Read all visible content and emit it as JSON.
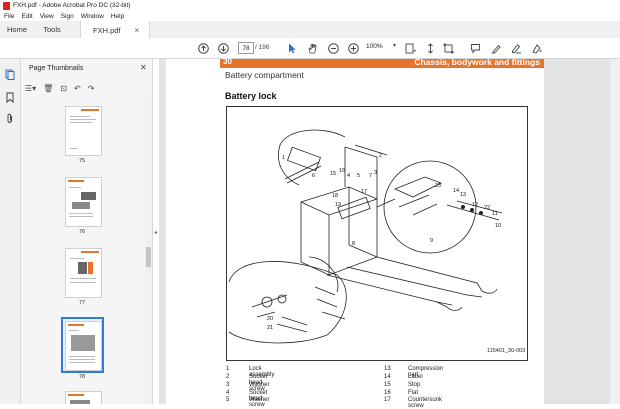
{
  "window": {
    "title": "FXH.pdf - Adobe Acrobat Pro DC (32-bit)"
  },
  "menu": [
    "File",
    "Edit",
    "View",
    "Sign",
    "Window",
    "Help"
  ],
  "tabs": {
    "home": "Home",
    "tools": "Tools",
    "doc": "FXH.pdf",
    "doc_close": "×"
  },
  "toolbar": {
    "page_current": "78",
    "page_total": "/ 196",
    "zoom": "100%"
  },
  "thumbnails": {
    "title": "Page Thumbnails",
    "pages": [
      "75",
      "76",
      "77",
      "78"
    ],
    "selected": "78"
  },
  "document": {
    "chapter_number": "30",
    "chapter_title": "Chassis, bodywork and fittings",
    "subheading": "Battery compartment",
    "heading": "Battery lock",
    "figure_id": "115401_30-003",
    "legend_left": [
      {
        "n": "1",
        "t": "Lock assembly"
      },
      {
        "n": "2",
        "t": "Socket head screw"
      },
      {
        "n": "3",
        "t": "Washer"
      },
      {
        "n": "4",
        "t": "Socket head screw"
      },
      {
        "n": "5",
        "t": "Washer"
      }
    ],
    "legend_right": [
      {
        "n": "13",
        "t": "Compression part"
      },
      {
        "n": "14",
        "t": "Label"
      },
      {
        "n": "15",
        "t": "Stop"
      },
      {
        "n": "16",
        "t": "Flat"
      },
      {
        "n": "17",
        "t": "Countersunk screw"
      }
    ],
    "callouts": [
      "1",
      "2",
      "3",
      "4",
      "5",
      "6",
      "7",
      "8",
      "9",
      "10",
      "11",
      "12",
      "13",
      "14",
      "15",
      "16",
      "17",
      "18",
      "19",
      "20",
      "21",
      "22",
      "23"
    ]
  },
  "colors": {
    "accent": "#e8732a",
    "selection": "#2d7be0",
    "app_red": "#d8241c"
  }
}
